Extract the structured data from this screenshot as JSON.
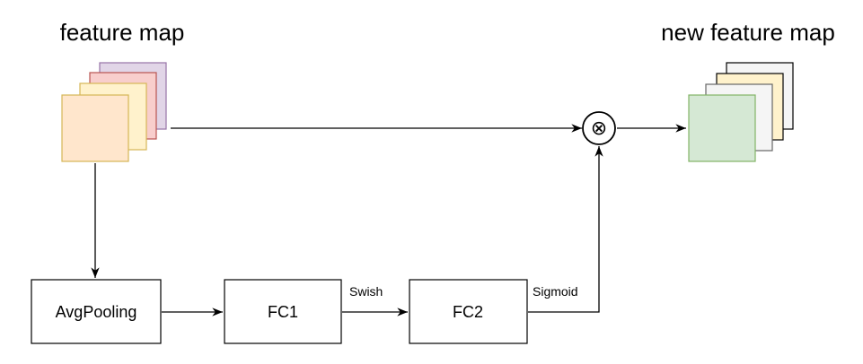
{
  "labels": {
    "input_title": "feature map",
    "output_title": "new feature map"
  },
  "nodes": {
    "avgpool": "AvgPooling",
    "fc1": "FC1",
    "fc2": "FC2"
  },
  "edges": {
    "fc1_to_fc2": "Swish",
    "fc2_to_multiply": "Sigmoid"
  },
  "operator": "⊗",
  "colors": {
    "input_layers": [
      "#e1d5e7",
      "#f8cecc",
      "#fff2cc",
      "#ffe6cc"
    ],
    "input_strokes": [
      "#9673a6",
      "#b85450",
      "#d6b656",
      "#d6b656"
    ],
    "output_layers": [
      "#f5f5f5",
      "#fff2cc",
      "#f5f5f5",
      "#d5e8d4"
    ],
    "output_strokes": [
      "#000000",
      "#000000",
      "#666666",
      "#82b366"
    ]
  }
}
